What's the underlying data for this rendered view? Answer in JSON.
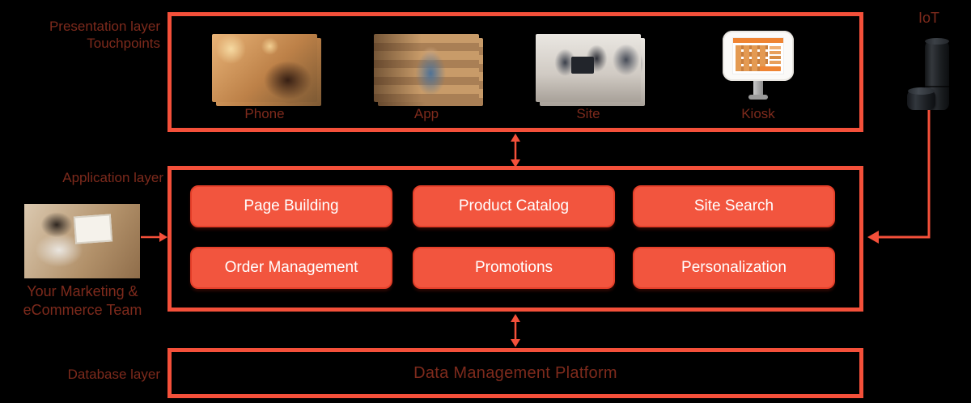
{
  "colors": {
    "accent": "#f4503a",
    "button": "#f2553e",
    "button_text": "#ffffff",
    "dim_label": "#7d2a1c",
    "background": "#000000"
  },
  "presentation_tier": {
    "label_line1": "Presentation layer",
    "label_line2": "Touchpoints",
    "touchpoints": [
      {
        "label": "Phone"
      },
      {
        "label": "App"
      },
      {
        "label": "Site"
      },
      {
        "label": "Kiosk"
      }
    ]
  },
  "application_tier": {
    "label": "Application layer",
    "capabilities": [
      "Page Building",
      "Product Catalog",
      "Site Search",
      "Order Management",
      "Promotions",
      "Personalization"
    ]
  },
  "data_tier": {
    "label": "Database layer",
    "system": "Data Management Platform"
  },
  "iot": {
    "label": "IoT",
    "device": "amazon-echo"
  },
  "team": {
    "caption_line1": "Your Marketing &",
    "caption_line2": "eCommerce Team"
  }
}
